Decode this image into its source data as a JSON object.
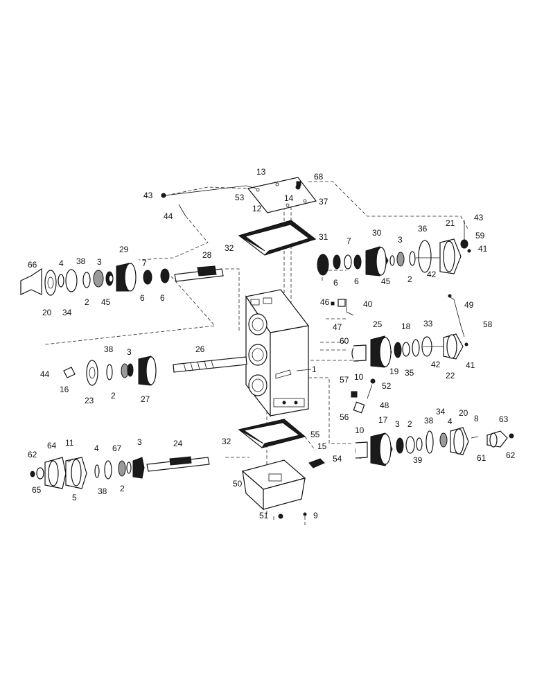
{
  "diagram": {
    "labels": {
      "l1": "1",
      "l2a": "2",
      "l2b": "2",
      "l2c": "2",
      "l2d": "2",
      "l2e": "2",
      "l3a": "3",
      "l3b": "3",
      "l3c": "3",
      "l3d": "3",
      "l3e": "3",
      "l4a": "4",
      "l4b": "4",
      "l4c": "4",
      "l5": "5",
      "l6a": "6",
      "l6b": "6",
      "l6c": "6",
      "l6d": "6",
      "l7a": "7",
      "l7b": "7",
      "l8": "8",
      "l9": "9",
      "l10a": "10",
      "l10b": "10",
      "l11": "11",
      "l12": "12",
      "l13": "13",
      "l14": "14",
      "l15": "15",
      "l16": "16",
      "l17": "17",
      "l18": "18",
      "l19": "19",
      "l20a": "20",
      "l20b": "20",
      "l21": "21",
      "l22": "22",
      "l23": "23",
      "l24": "24",
      "l25": "25",
      "l26": "26",
      "l27": "27",
      "l28": "28",
      "l29": "29",
      "l30": "30",
      "l31": "31",
      "l32a": "32",
      "l32b": "32",
      "l33": "33",
      "l34a": "34",
      "l34b": "34",
      "l35": "35",
      "l36": "36",
      "l37": "37",
      "l38a": "38",
      "l38b": "38",
      "l38c": "38",
      "l38d": "38",
      "l39": "39",
      "l40": "40",
      "l41a": "41",
      "l41b": "41",
      "l42a": "42",
      "l42b": "42",
      "l43a": "43",
      "l43b": "43",
      "l44a": "44",
      "l44b": "44",
      "l45a": "45",
      "l45b": "45",
      "l46": "46",
      "l47": "47",
      "l48": "48",
      "l49": "49",
      "l50": "50",
      "l51": "51",
      "l52": "52",
      "l53": "53",
      "l54": "54",
      "l55": "55",
      "l56": "56",
      "l57": "57",
      "l58": "58",
      "l59": "59",
      "l60": "60",
      "l61": "61",
      "l62a": "62",
      "l62b": "62",
      "l63": "63",
      "l64": "64",
      "l65": "65",
      "l66": "66",
      "l67": "67",
      "l68": "68"
    }
  }
}
